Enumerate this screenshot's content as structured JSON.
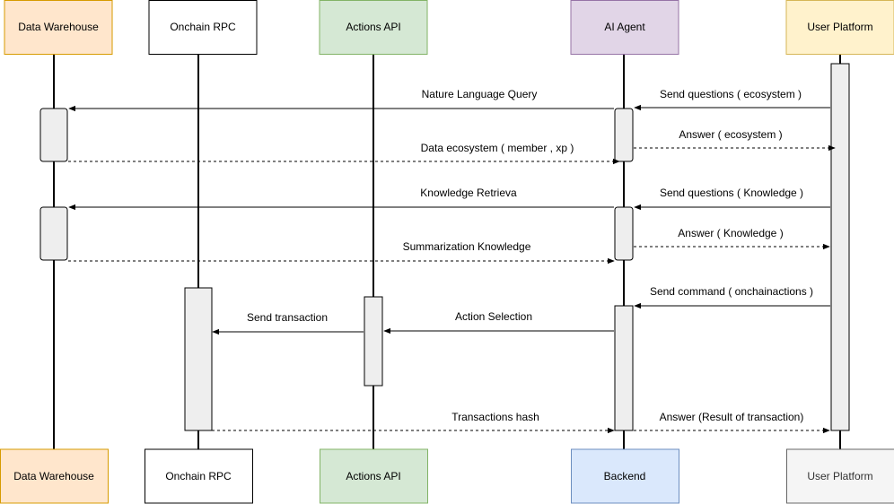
{
  "participants": [
    {
      "id": "dw",
      "top_label": "Data Warehouse",
      "bottom_label": "Data Warehouse",
      "fill": "#ffe6cc",
      "stroke": "#d79b00",
      "bottom_fill": "#ffe6cc",
      "bottom_stroke": "#d79b00",
      "bottom_text_color": "#000000"
    },
    {
      "id": "rpc",
      "top_label": "Onchain RPC",
      "bottom_label": "Onchain RPC",
      "fill": "#ffffff",
      "stroke": "#000000",
      "bottom_fill": "#ffffff",
      "bottom_stroke": "#000000",
      "bottom_text_color": "#000000"
    },
    {
      "id": "api",
      "top_label": "Actions API",
      "bottom_label": "Actions API",
      "fill": "#d5e8d4",
      "stroke": "#82b366",
      "bottom_fill": "#d5e8d4",
      "bottom_stroke": "#82b366",
      "bottom_text_color": "#000000"
    },
    {
      "id": "agent",
      "top_label": "AI Agent",
      "bottom_label": "Backend",
      "fill": "#e1d5e7",
      "stroke": "#9673a6",
      "bottom_fill": "#dae8fc",
      "bottom_stroke": "#6c8ebf",
      "bottom_text_color": "#000000"
    },
    {
      "id": "user",
      "top_label": "User Platform",
      "bottom_label": "User Platform",
      "fill": "#fff2cc",
      "stroke": "#d6b656",
      "bottom_fill": "#f5f5f5",
      "bottom_stroke": "#666666",
      "bottom_text_color": "#333333"
    }
  ],
  "messages": [
    {
      "label": "Nature Language Query",
      "style": "solid"
    },
    {
      "label": "Send questions ( ecosystem )",
      "style": "solid"
    },
    {
      "label": "Answer ( ecosystem )",
      "style": "dashed"
    },
    {
      "label": "Data ecosystem ( member , xp )",
      "style": "dashed"
    },
    {
      "label": "Knowledge Retrieva",
      "style": "solid"
    },
    {
      "label": "Send questions ( Knowledge )",
      "style": "solid"
    },
    {
      "label": "Answer ( Knowledge  )",
      "style": "dashed"
    },
    {
      "label": "Summarization Knowledge",
      "style": "dashed"
    },
    {
      "label": "Send command ( onchainactions  )",
      "style": "solid"
    },
    {
      "label": "Send transaction",
      "style": "solid"
    },
    {
      "label": "Action Selection",
      "style": "solid"
    },
    {
      "label": "Transactions hash",
      "style": "dashed"
    },
    {
      "label": "Answer (Result of transaction)",
      "style": "dashed"
    }
  ]
}
